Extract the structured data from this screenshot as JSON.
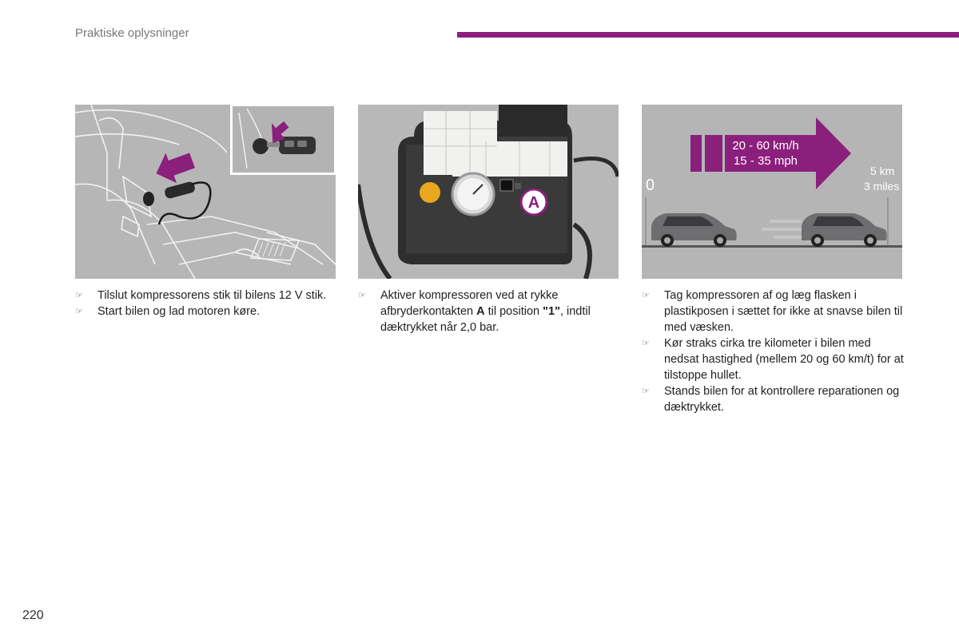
{
  "header": {
    "section_title": "Praktiske oplysninger",
    "bar_color": "#8b1f7c"
  },
  "figures": {
    "fig1": {
      "icon": "charger-plug-arrow-key"
    },
    "fig2": {
      "icon": "compressor-gauge",
      "switch_label": "A"
    },
    "fig3": {
      "speed_kmh": "20 - 60 km/h",
      "speed_mph": "15 - 35 mph",
      "start_label": "0",
      "distance_km": "5 km",
      "distance_miles": "3 miles"
    }
  },
  "columns": [
    {
      "bullets": [
        {
          "text": "Tilslut kompressorens stik til bilens 12 V stik."
        },
        {
          "text": "Start bilen og lad motoren køre."
        }
      ]
    },
    {
      "bullets": [
        {
          "part1": "Aktiver kompressoren ved at rykke afbryderkontakten ",
          "bold1": "A",
          "part2": " til position ",
          "bold2": "\"1\"",
          "part3": ", indtil dæktrykket når 2,0 bar."
        }
      ]
    },
    {
      "bullets": [
        {
          "text": "Tag kompressoren af og læg flasken i plastikposen i sættet for ikke at snavse bilen til med væsken."
        },
        {
          "text": "Kør straks cirka tre kilometer i bilen med nedsat hastighed (mellem 20 og 60 km/t) for at tilstoppe hullet."
        },
        {
          "text": "Stands bilen for at kontrollere reparationen og dæktrykket."
        }
      ]
    }
  ],
  "bullet_marker": "☞",
  "page_number": "220"
}
